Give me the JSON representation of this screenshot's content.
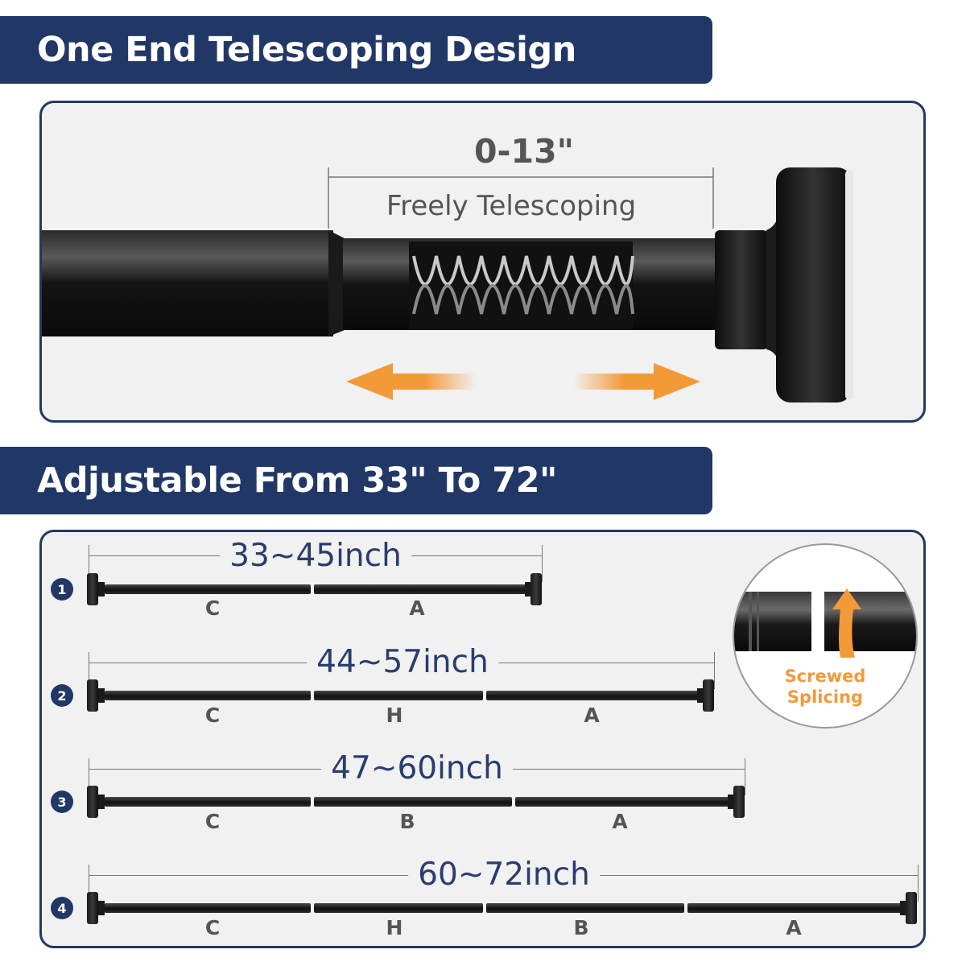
{
  "section1": {
    "title": "One End Telescoping Design",
    "range": "0-13\"",
    "caption": "Freely Telescoping"
  },
  "section2": {
    "title": "Adjustable From 33\" To 72\"",
    "configs": [
      {
        "number": "1",
        "range": "33~45inch",
        "segments": [
          "C",
          "A"
        ]
      },
      {
        "number": "2",
        "range": "44~57inch",
        "segments": [
          "C",
          "H",
          "A"
        ]
      },
      {
        "number": "3",
        "range": "47~60inch",
        "segments": [
          "C",
          "B",
          "A"
        ]
      },
      {
        "number": "4",
        "range": "60~72inch",
        "segments": [
          "C",
          "H",
          "B",
          "A"
        ]
      }
    ],
    "inset_label_line1": "Screwed",
    "inset_label_line2": "Splicing"
  },
  "colors": {
    "banner": "#213867",
    "accent_orange": "#f29a38",
    "panel_bg": "#f1f1f1"
  },
  "icons": {
    "arrow_left": "arrow-left-icon",
    "arrow_right": "arrow-right-icon",
    "rotate": "rotate-arrow-icon"
  }
}
